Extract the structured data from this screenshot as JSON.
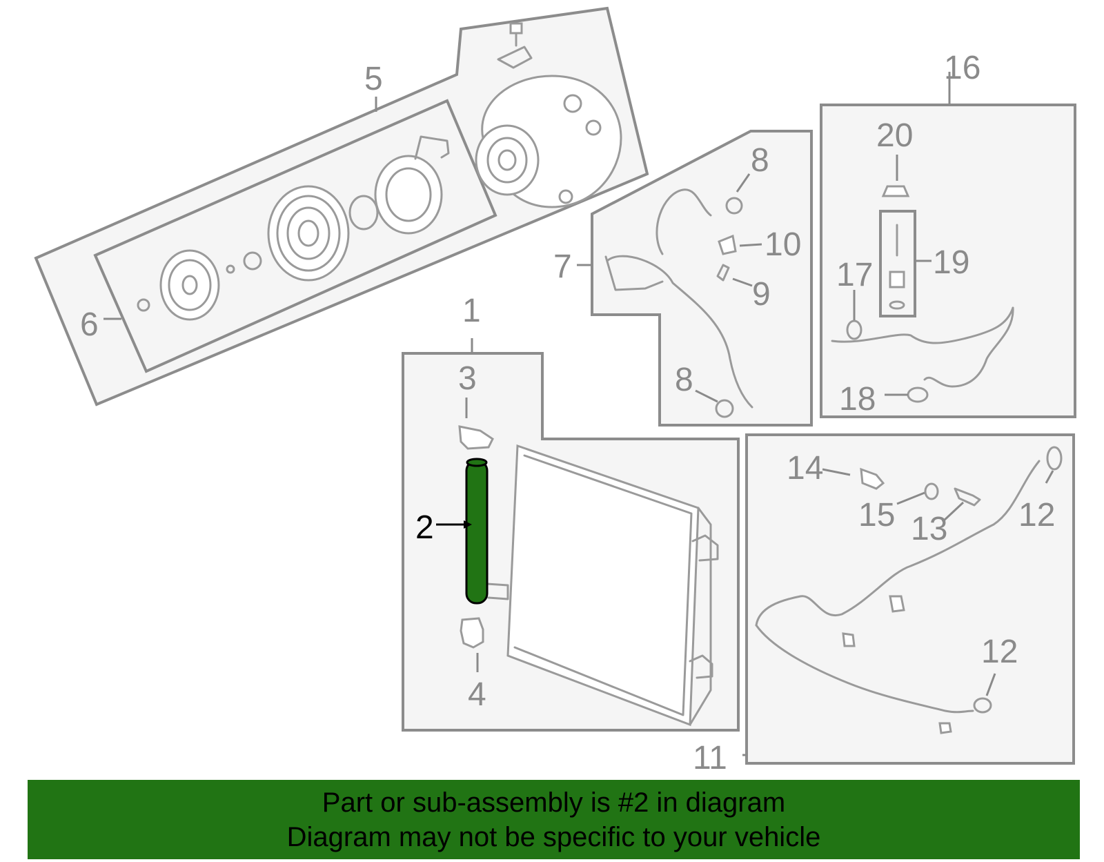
{
  "callouts": {
    "c1": "1",
    "c2": "2",
    "c3": "3",
    "c4": "4",
    "c5": "5",
    "c6": "6",
    "c7": "7",
    "c8a": "8",
    "c8b": "8",
    "c9": "9",
    "c10": "10",
    "c11": "11",
    "c12a": "12",
    "c12b": "12",
    "c13": "13",
    "c14": "14",
    "c15": "15",
    "c16": "16",
    "c17": "17",
    "c18": "18",
    "c19": "19",
    "c20": "20"
  },
  "highlight_color": "#217414",
  "banner": {
    "line1": "Part or sub-assembly is #2 in diagram",
    "line2": "Diagram may not be specific to your vehicle"
  }
}
